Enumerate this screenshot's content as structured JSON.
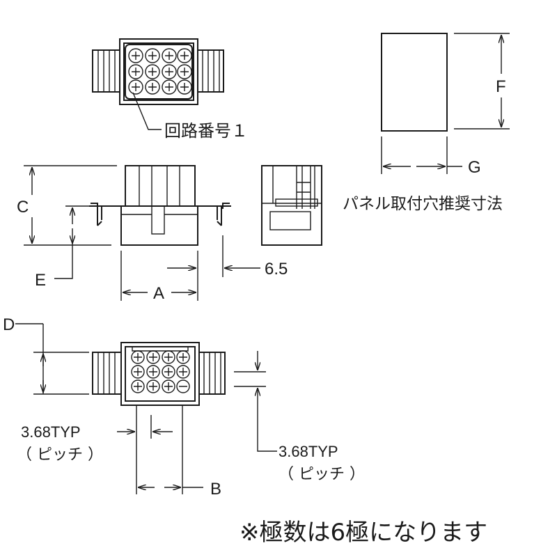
{
  "labels": {
    "circuit_no1": "回路番号１",
    "dim_A": "A",
    "dim_B": "B",
    "dim_C": "C",
    "dim_D": "D",
    "dim_E": "E",
    "dim_F": "F",
    "dim_G": "G",
    "dim_6_5": "6.5",
    "pitch_left_value": "3.68TYP",
    "pitch_left_note": "（ ピッチ ）",
    "pitch_right_value": "3.68TYP",
    "pitch_right_note": "（ ピッチ ）",
    "panel_cutout": "パネル取付穴推奨寸法",
    "note_poles": "※極数は6極になります"
  }
}
